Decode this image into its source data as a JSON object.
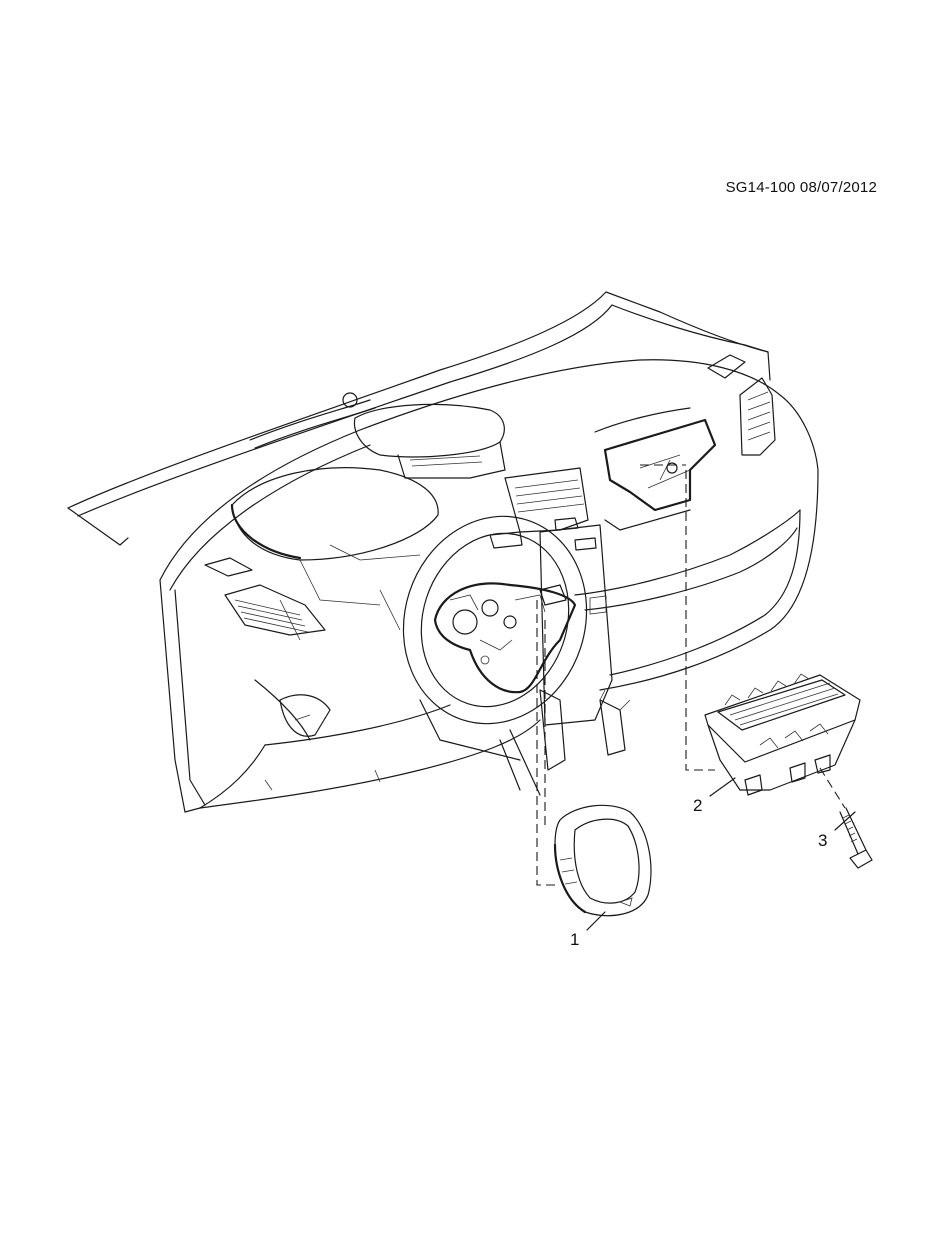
{
  "drawing": {
    "code": "SG14-100 08/07/2012"
  },
  "callouts": [
    {
      "label": "1"
    },
    {
      "label": "2"
    },
    {
      "label": "3"
    }
  ],
  "colors": {
    "line": "#1a1a1a",
    "background": "#ffffff"
  }
}
